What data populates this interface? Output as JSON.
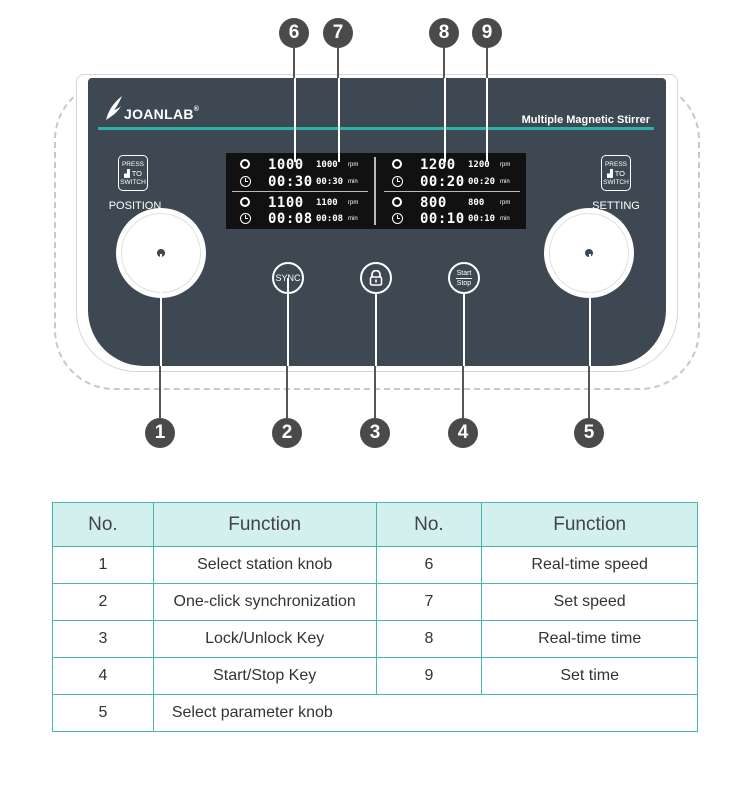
{
  "brand": {
    "logo_text": "JOANLAB",
    "registered": "®"
  },
  "product_name": "Multiple Magnetic Stirrer",
  "left_control": {
    "press_lines": [
      "PRESS",
      "TO",
      "SWITCH"
    ],
    "label": "POSITION"
  },
  "right_control": {
    "press_lines": [
      "PRESS",
      "TO",
      "SWITCH"
    ],
    "label": "SETTING"
  },
  "display": {
    "stations": [
      {
        "speed": "1000",
        "set_speed": "1000",
        "time": "00:30",
        "set_time": "00:30"
      },
      {
        "speed": "1200",
        "set_speed": "1200",
        "time": "00:20",
        "set_time": "00:20"
      },
      {
        "speed": "1100",
        "set_speed": "1100",
        "time": "00:08",
        "set_time": "00:08"
      },
      {
        "speed": "800",
        "set_speed": "800",
        "time": "00:10",
        "set_time": "00:10"
      }
    ],
    "speed_unit": "rpm",
    "time_unit": "min"
  },
  "buttons": {
    "sync_label": "SYNC",
    "start_label": "Start",
    "stop_label": "Stop"
  },
  "callouts": [
    "1",
    "2",
    "3",
    "4",
    "5",
    "6",
    "7",
    "8",
    "9"
  ],
  "table": {
    "headers": [
      "No.",
      "Function",
      "No.",
      "Function"
    ],
    "rows": [
      [
        "1",
        "Select station knob",
        "6",
        "Real-time speed"
      ],
      [
        "2",
        "One-click synchronization",
        "7",
        "Set speed"
      ],
      [
        "3",
        "Lock/Unlock Key",
        "8",
        "Real-time time"
      ],
      [
        "4",
        "Start/Stop Key",
        "9",
        "Set time"
      ]
    ],
    "last_row": [
      "5",
      "Select parameter knob"
    ]
  },
  "colors": {
    "panel": "#3d4852",
    "accent": "#2eb2a7",
    "table_header": "#d4f0ee",
    "table_border": "#46b7ad",
    "callout": "#4a4a4a"
  }
}
